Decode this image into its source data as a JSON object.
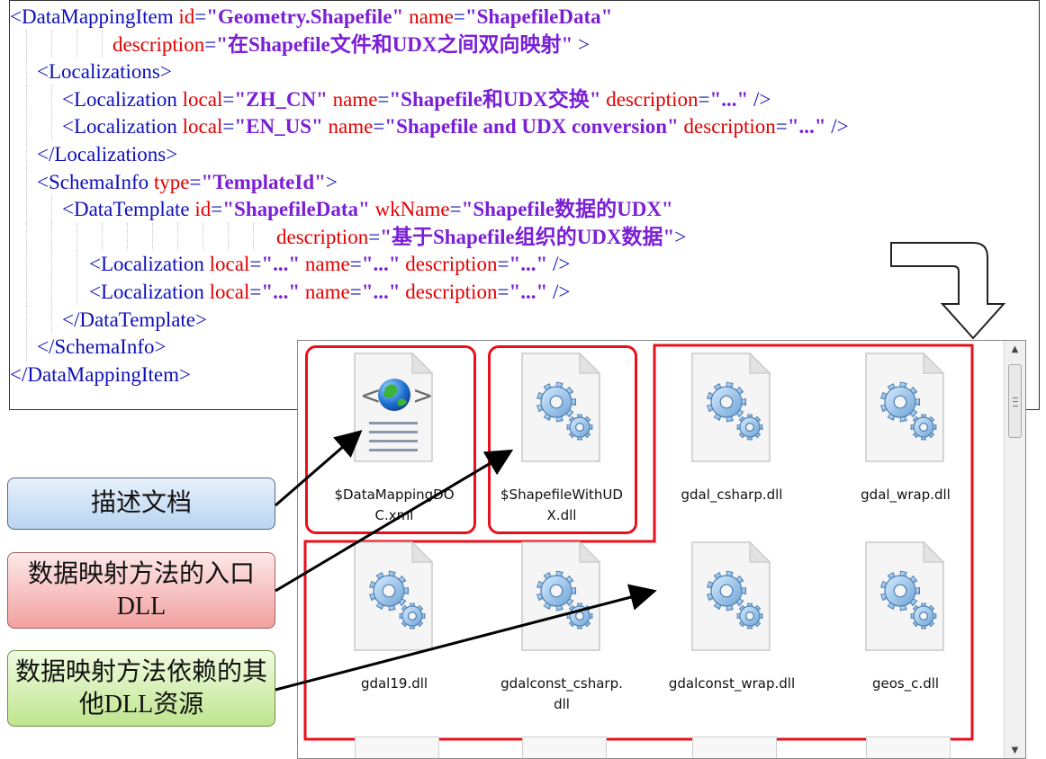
{
  "xml": {
    "lines": [
      [
        {
          "t": "<DataMappingItem",
          "c": "tag"
        },
        {
          "t": " id",
          "c": "attr"
        },
        {
          "t": "=",
          "c": "tag"
        },
        {
          "t": "\"Geometry.Shapefile\"",
          "c": "val"
        },
        {
          "t": " name",
          "c": "attr"
        },
        {
          "t": "=",
          "c": "tag"
        },
        {
          "t": "\"ShapefileData\"",
          "c": "val"
        }
      ],
      [
        {
          "t": "description",
          "c": "attr"
        },
        {
          "t": "=",
          "c": "tag"
        },
        {
          "t": "\"在Shapefile文件和UDX之间双向映射\"",
          "c": "val"
        },
        {
          "t": " >",
          "c": "tag"
        }
      ],
      [
        {
          "t": "<Localizations>",
          "c": "tag"
        }
      ],
      [
        {
          "t": "<Localization",
          "c": "tag"
        },
        {
          "t": " local",
          "c": "attr"
        },
        {
          "t": "=",
          "c": "tag"
        },
        {
          "t": "\"ZH_CN\"",
          "c": "val"
        },
        {
          "t": " name",
          "c": "attr"
        },
        {
          "t": "=",
          "c": "tag"
        },
        {
          "t": "\"Shapefile和UDX交换\"",
          "c": "val"
        },
        {
          "t": " description",
          "c": "attr"
        },
        {
          "t": "=",
          "c": "tag"
        },
        {
          "t": "\"...\"",
          "c": "val"
        },
        {
          "t": " />",
          "c": "tag"
        }
      ],
      [
        {
          "t": "<Localization",
          "c": "tag"
        },
        {
          "t": " local",
          "c": "attr"
        },
        {
          "t": "=",
          "c": "tag"
        },
        {
          "t": "\"EN_US\"",
          "c": "val"
        },
        {
          "t": " name",
          "c": "attr"
        },
        {
          "t": "=",
          "c": "tag"
        },
        {
          "t": "\"Shapefile and UDX conversion\"",
          "c": "val"
        },
        {
          "t": " description",
          "c": "attr"
        },
        {
          "t": "=",
          "c": "tag"
        },
        {
          "t": "\"...\"",
          "c": "val"
        },
        {
          "t": " />",
          "c": "tag"
        }
      ],
      [
        {
          "t": "</Localizations>",
          "c": "tag"
        }
      ],
      [
        {
          "t": "<SchemaInfo",
          "c": "tag"
        },
        {
          "t": " type",
          "c": "attr"
        },
        {
          "t": "=",
          "c": "tag"
        },
        {
          "t": "\"TemplateId\"",
          "c": "val"
        },
        {
          "t": ">",
          "c": "tag"
        }
      ],
      [
        {
          "t": "<DataTemplate",
          "c": "tag"
        },
        {
          "t": " id",
          "c": "attr"
        },
        {
          "t": "=",
          "c": "tag"
        },
        {
          "t": "\"ShapefileData\"",
          "c": "val"
        },
        {
          "t": " wkName",
          "c": "attr"
        },
        {
          "t": "=",
          "c": "tag"
        },
        {
          "t": "\"Shapefile数据的UDX\"",
          "c": "val"
        }
      ],
      [
        {
          "t": "description",
          "c": "attr"
        },
        {
          "t": "=",
          "c": "tag"
        },
        {
          "t": "\"基于Shapefile组织的UDX数据\"",
          "c": "val"
        },
        {
          "t": ">",
          "c": "tag"
        }
      ],
      [
        {
          "t": "<Localization",
          "c": "tag"
        },
        {
          "t": " local",
          "c": "attr"
        },
        {
          "t": "=",
          "c": "tag"
        },
        {
          "t": "\"...\"",
          "c": "val"
        },
        {
          "t": " name",
          "c": "attr"
        },
        {
          "t": "=",
          "c": "tag"
        },
        {
          "t": "\"...\"",
          "c": "val"
        },
        {
          "t": " description",
          "c": "attr"
        },
        {
          "t": "=",
          "c": "tag"
        },
        {
          "t": "\"...\"",
          "c": "val"
        },
        {
          "t": " />",
          "c": "tag"
        }
      ],
      [
        {
          "t": "<Localization",
          "c": "tag"
        },
        {
          "t": " local",
          "c": "attr"
        },
        {
          "t": "=",
          "c": "tag"
        },
        {
          "t": "\"...\"",
          "c": "val"
        },
        {
          "t": " name",
          "c": "attr"
        },
        {
          "t": "=",
          "c": "tag"
        },
        {
          "t": "\"...\"",
          "c": "val"
        },
        {
          "t": " description",
          "c": "attr"
        },
        {
          "t": "=",
          "c": "tag"
        },
        {
          "t": "\"...\"",
          "c": "val"
        },
        {
          "t": " />",
          "c": "tag"
        }
      ],
      [
        {
          "t": "</DataTemplate>",
          "c": "tag"
        }
      ],
      [
        {
          "t": "</SchemaInfo>",
          "c": "tag"
        }
      ],
      [
        {
          "t": "</DataMappingItem>",
          "c": "tag"
        }
      ]
    ]
  },
  "files": [
    {
      "name": "$DataMappingDOC.xml",
      "label_lines": [
        "$DataMappingDO",
        "C.xml"
      ],
      "icon": "xml-globe-file-icon"
    },
    {
      "name": "$ShapefileWithUDX.dll",
      "label_lines": [
        "$ShapefileWithUD",
        "X.dll"
      ],
      "icon": "gear-file-icon"
    },
    {
      "name": "gdal_csharp.dll",
      "label_lines": [
        "gdal_csharp.dll"
      ],
      "icon": "gear-file-icon"
    },
    {
      "name": "gdal_wrap.dll",
      "label_lines": [
        "gdal_wrap.dll"
      ],
      "icon": "gear-file-icon"
    },
    {
      "name": "gdal19.dll",
      "label_lines": [
        "gdal19.dll"
      ],
      "icon": "gear-file-icon"
    },
    {
      "name": "gdalconst_csharp.dll",
      "label_lines": [
        "gdalconst_csharp.",
        "dll"
      ],
      "icon": "gear-file-icon"
    },
    {
      "name": "gdalconst_wrap.dll",
      "label_lines": [
        "gdalconst_wrap.dll"
      ],
      "icon": "gear-file-icon"
    },
    {
      "name": "geos_c.dll",
      "label_lines": [
        "geos_c.dll"
      ],
      "icon": "gear-file-icon"
    }
  ],
  "callouts": {
    "description_doc": "描述文档",
    "entry_dll": "数据映射方法的入口DLL",
    "other_dll": "数据映射方法依赖的其他DLL资源"
  },
  "colors": {
    "highlight_border": "#e8101a",
    "xml_tag": "#0f0fb8",
    "xml_attr": "#e30000",
    "xml_value": "#7a1fd6"
  }
}
